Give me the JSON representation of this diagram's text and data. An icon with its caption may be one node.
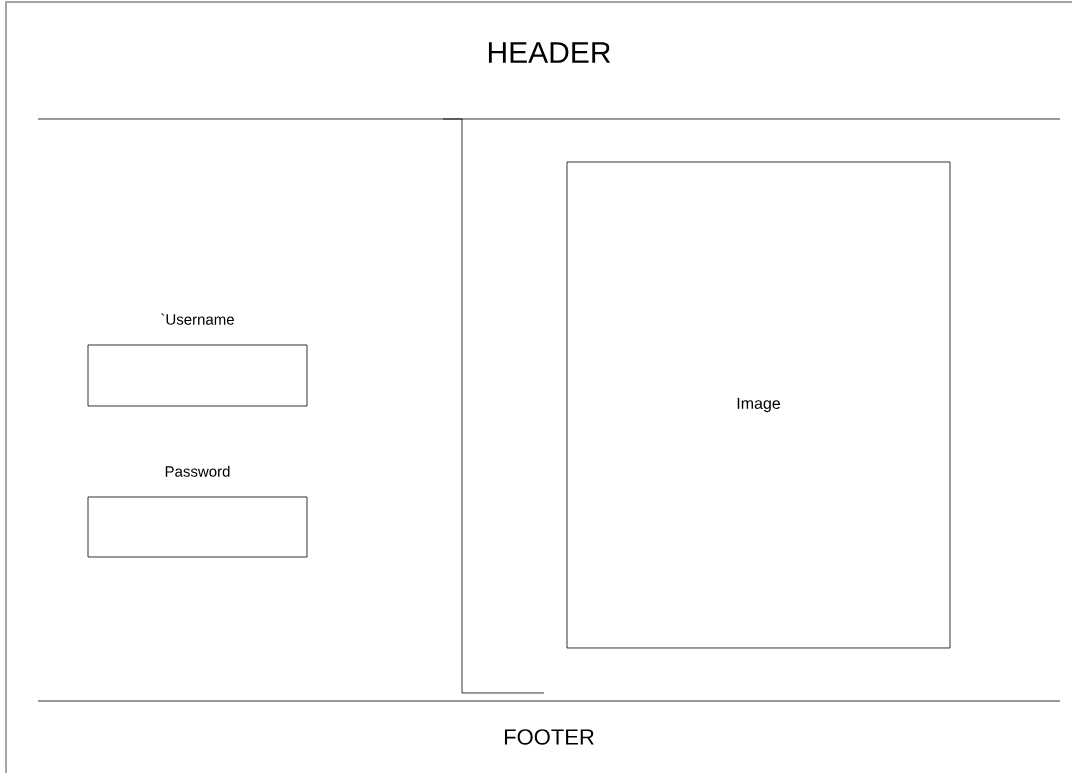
{
  "diagram": {
    "nodes": [
      {
        "text": [
          "HEADER"
        ]
      },
      {
        "text": [
          "`Username"
        ]
      },
      {
        "text": [
          "Password"
        ]
      },
      {
        "text": [
          "Image"
        ]
      },
      {
        "text": [
          "FOOTER"
        ]
      }
    ]
  }
}
